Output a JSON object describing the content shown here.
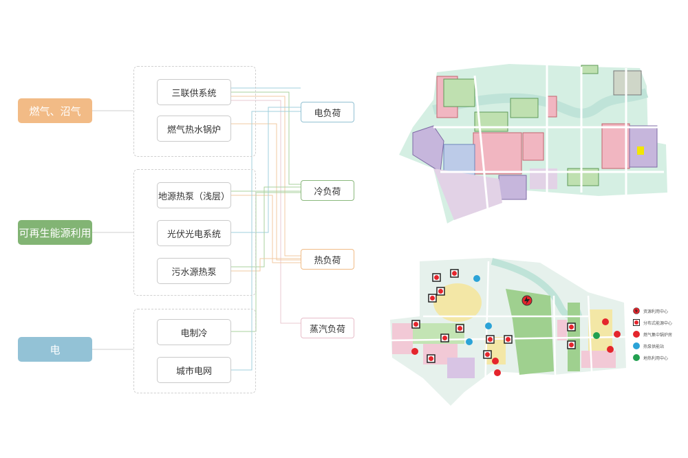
{
  "sources": [
    {
      "label": "燃气、沼气",
      "color": "#f2bb86"
    },
    {
      "label": "可再生能源利用",
      "color": "#82b474"
    },
    {
      "label": "电",
      "color": "#93c2d6"
    }
  ],
  "technologies": [
    {
      "label": "三联供系统"
    },
    {
      "label": "燃气热水锅炉"
    },
    {
      "label": "地源热泵（浅层）"
    },
    {
      "label": "光伏光电系统"
    },
    {
      "label": "污水源热泵"
    },
    {
      "label": "电制冷"
    },
    {
      "label": "城市电网"
    }
  ],
  "loads": [
    {
      "label": "电负荷",
      "color": "#91c0d2"
    },
    {
      "label": "冷负荷",
      "color": "#8ab87c"
    },
    {
      "label": "热负荷",
      "color": "#f0bb86"
    },
    {
      "label": "蒸汽负荷",
      "color": "#e7bcc8"
    }
  ],
  "legend": {
    "items": [
      {
        "label": "资源利用中心",
        "icon": "energy-center-icon"
      },
      {
        "label": "分布式能源中心",
        "icon": "distributed-energy-icon"
      },
      {
        "label": "燃气集中锅炉房",
        "color": "#e4252c"
      },
      {
        "label": "热泵供能站",
        "color": "#2ba3d7"
      },
      {
        "label": "地热利用中心",
        "color": "#22a050"
      }
    ]
  }
}
